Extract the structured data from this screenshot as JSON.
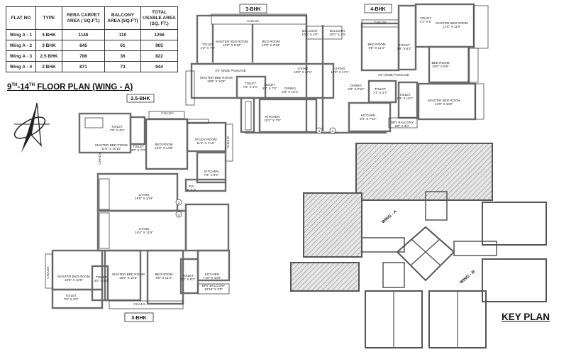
{
  "table": {
    "headers": [
      "FLAT NO",
      "TYPE",
      "RERA CARPET AREA ( SQ.FT.)",
      "BALCONY AREA (SQ.FT)",
      "TOTAL USABLE AREA (SQ. FT.)"
    ],
    "rows": [
      [
        "Wing A - 1",
        "4 BHK",
        "1146",
        "110",
        "1256"
      ],
      [
        "Wing A - 2",
        "3 BHK",
        "845",
        "61",
        "905"
      ],
      [
        "Wing A - 3",
        "2.5 BHK",
        "786",
        "36",
        "822"
      ],
      [
        "Wing A - 4",
        "3 BHK",
        "871",
        "73",
        "944"
      ]
    ]
  },
  "title": {
    "pre1": "9",
    "sup1": "TH",
    "mid": "-14",
    "sup2": "TH",
    "post": " FLOOR PLAN (WING - A)"
  },
  "unit_labels": [
    "3-BHK",
    "4-BHK",
    "2.5-BHK",
    "3-BHK"
  ],
  "key_plan": {
    "title": "KEY PLAN",
    "wing_a": "WING - A",
    "wing_b": "WING - B"
  },
  "rooms": [
    {
      "name": "CHAJJA",
      "dim": ""
    },
    {
      "name": "MASTER BED ROOM",
      "dim": "10'0\" X 9'10\""
    },
    {
      "name": "BED ROOM",
      "dim": "10'0\" X 9'10\""
    },
    {
      "name": "TOILET",
      "dim": "4'3\" X 7'5\""
    },
    {
      "name": "MASTER BED ROOM",
      "dim": "10'6\" X 10'6\""
    },
    {
      "name": "3'0\" WIDE PASSAGE",
      "dim": ""
    },
    {
      "name": "TOILET",
      "dim": "7'5\" X 4'0\""
    },
    {
      "name": "TOILET",
      "dim": "4'1\" X 7'0\""
    },
    {
      "name": "DINING",
      "dim": "2'9\" X 10'4\""
    },
    {
      "name": "LIVING",
      "dim": "10'0\" X 17'1\""
    },
    {
      "name": "KITCHEN",
      "dim": "10'2\" X 7'5\""
    },
    {
      "name": "BALCONY",
      "dim": "10'0\" X 4'0\""
    },
    {
      "name": "BALCONY",
      "dim": "10'0\" X 4'0\""
    },
    {
      "name": "LIVING",
      "dim": "10'9\" X 17'1\""
    },
    {
      "name": "CHAJJA",
      "dim": ""
    },
    {
      "name": "BED ROOM",
      "dim": "9'8\" X 11'4\""
    },
    {
      "name": "TOILET",
      "dim": "4'6\" X 8'2\""
    },
    {
      "name": "TOILET",
      "dim": "4'1\" X 8'"
    },
    {
      "name": "MASTER BED ROOM",
      "dim": "11'8\" X 11'6\""
    },
    {
      "name": "BED ROOM",
      "dim": "10'0\" X 9'8\""
    },
    {
      "name": "3'0\" WIDE PASSAGE",
      "dim": ""
    },
    {
      "name": "DINING",
      "dim": "2'9\" X 8'10\""
    },
    {
      "name": "TOILET",
      "dim": "7'1\" X 3'7\""
    },
    {
      "name": "TOILET",
      "dim": "4'3\" X 10'2\""
    },
    {
      "name": "MASTER BED ROOM",
      "dim": "14'9\" X 10'2\""
    },
    {
      "name": "KITCHEN",
      "dim": "9'4\" X 7'10\""
    },
    {
      "name": "DRY BALCONY",
      "dim": "9'8\" X 3'0\""
    },
    {
      "name": "MASTER BED ROOM",
      "dim": "11'0\" X 10'10\""
    },
    {
      "name": "TOILET",
      "dim": "7'0\" X 4'0\""
    },
    {
      "name": "TOILET",
      "dim": "4'0\" X 7'0\""
    },
    {
      "name": "BED ROOM",
      "dim": "10'0\" X 14'9\""
    },
    {
      "name": "STUDY ROOM",
      "dim": "11'4\" X 7'10\""
    },
    {
      "name": "KITCHEN",
      "dim": "7'3\" X 9'2\""
    },
    {
      "name": "P.R.",
      "dim": "5' X 3'"
    },
    {
      "name": "LIVING",
      "dim": "19'0\" X 10'4\""
    },
    {
      "name": "LIVING",
      "dim": "19'4\" X 11'6\""
    },
    {
      "name": "CHAJJA",
      "dim": ""
    },
    {
      "name": "MASTER BED ROOM",
      "dim": "10'6\" X 10'6\""
    },
    {
      "name": "TOILET",
      "dim": "4'0\" X 6'0\""
    },
    {
      "name": "MASTER BED ROOM",
      "dim": "10'0\" X 10'0\""
    },
    {
      "name": "BED ROOM",
      "dim": "9'0\" X 11'4\""
    },
    {
      "name": "TOILET",
      "dim": "4'1\" X 8'2\""
    },
    {
      "name": "KITCHEN",
      "dim": "7'10\" X 10'0\""
    },
    {
      "name": "TOILET",
      "dim": "7'5\" X 4'0\""
    },
    {
      "name": "DRY BALCONY",
      "dim": "10'10\" X 3'0\""
    },
    {
      "name": "CHAJJA",
      "dim": ""
    },
    {
      "name": "CHAJJA",
      "dim": ""
    },
    {
      "name": "CHAJJA",
      "dim": ""
    },
    {
      "name": "CHAJJA",
      "dim": ""
    }
  ],
  "door_numbers": [
    "1",
    "2",
    "3",
    "4"
  ]
}
